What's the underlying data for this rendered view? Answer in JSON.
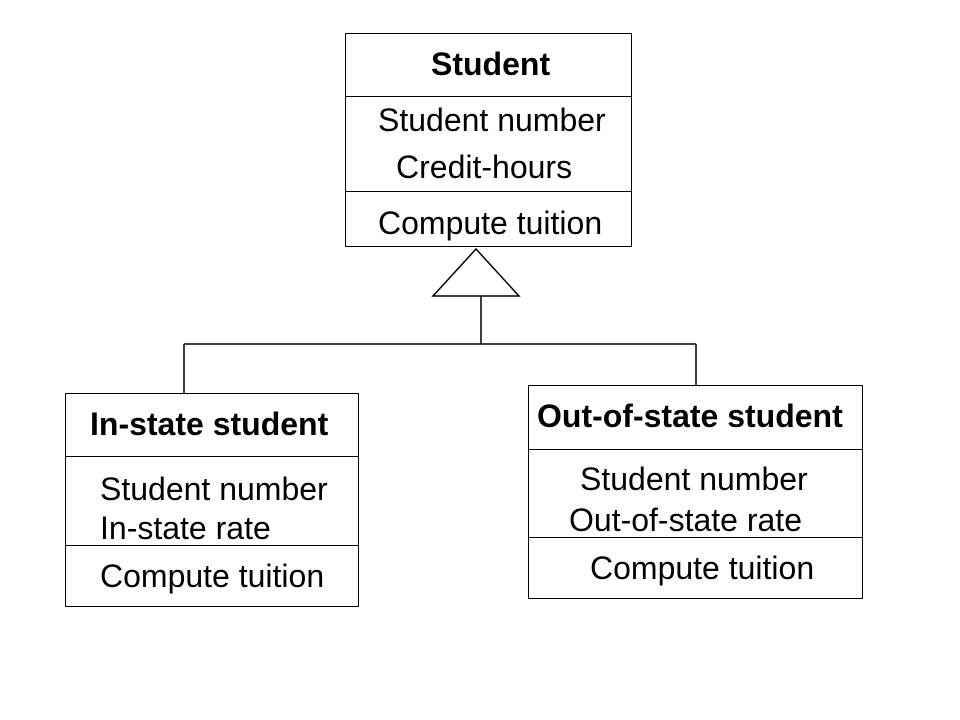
{
  "classes": {
    "student": {
      "name": "Student",
      "attributes": [
        "Student number",
        "Credit-hours"
      ],
      "operations": [
        "Compute tuition"
      ]
    },
    "in_state": {
      "name": "In-state student",
      "attributes": [
        "Student number",
        "In-state rate"
      ],
      "operations": [
        "Compute tuition"
      ]
    },
    "out_of_state": {
      "name": "Out-of-state student",
      "attributes": [
        "Student number",
        "Out-of-state rate"
      ],
      "operations": [
        "Compute tuition"
      ]
    }
  },
  "relationships": [
    {
      "type": "generalization",
      "parent": "Student",
      "children": [
        "In-state student",
        "Out-of-state student"
      ]
    }
  ]
}
